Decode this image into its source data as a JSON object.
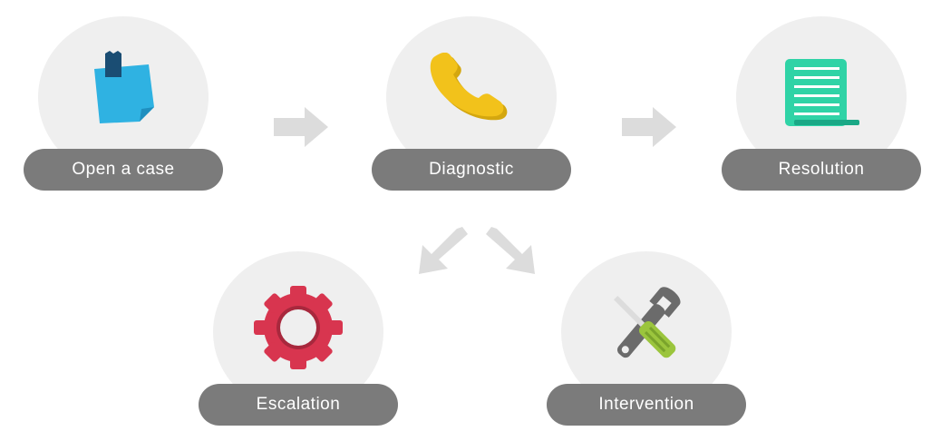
{
  "steps": [
    {
      "label": "Open a case",
      "icon": "sticky-note-icon"
    },
    {
      "label": "Diagnostic",
      "icon": "phone-icon"
    },
    {
      "label": "Resolution",
      "icon": "document-icon"
    },
    {
      "label": "Escalation",
      "icon": "gear-icon"
    },
    {
      "label": "Intervention",
      "icon": "wrench-screwdriver-icon"
    }
  ],
  "colors": {
    "circle": "#efefef",
    "pill": "#7b7b7b",
    "arrow": "#dcdcdc",
    "note": "#2fb2e2",
    "phone": "#f2c21b",
    "document": "#2fd3a6",
    "gear": "#d8354f",
    "wrench": "#6b6b6b",
    "screwdriver": "#9bc53d"
  }
}
